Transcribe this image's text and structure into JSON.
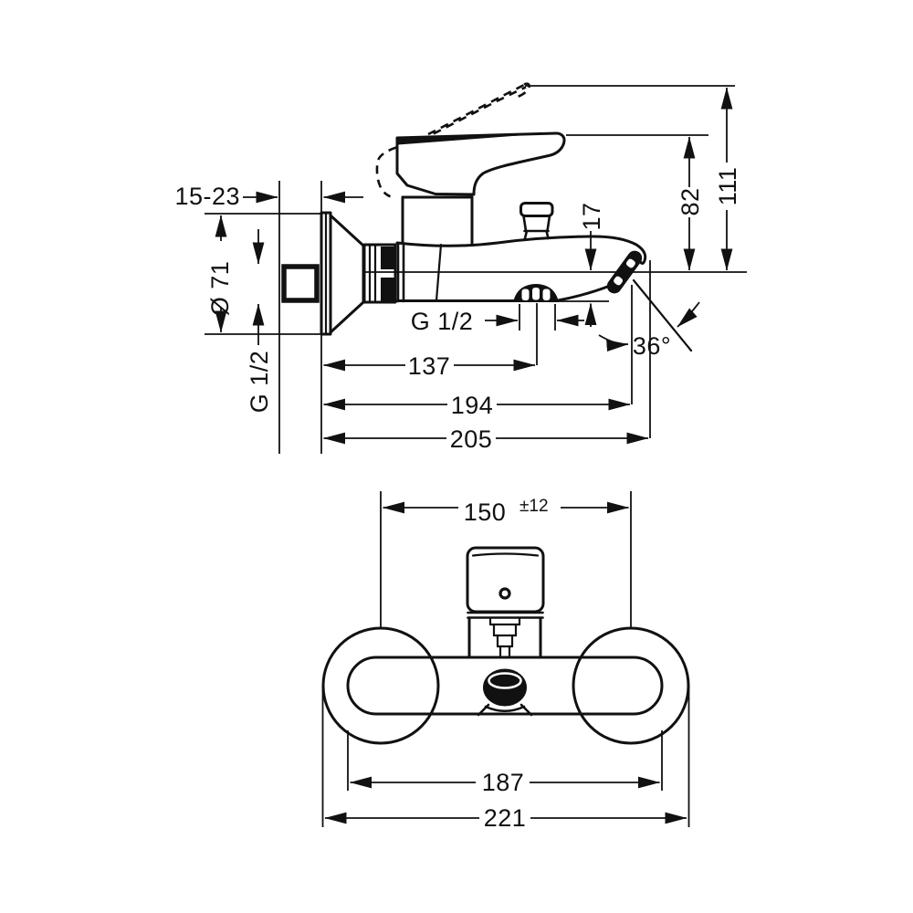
{
  "colors": {
    "line": "#111111",
    "background": "#ffffff"
  },
  "side_view": {
    "labels": {
      "wall_depth_range": "15-23",
      "escutcheon_diameter": "Ø 71",
      "wall_thread": "G 1/2",
      "hose_thread": "G 1/2",
      "hose_outlet_drop": "17",
      "spout_height": "82",
      "overall_height": "111",
      "hose_outlet_reach": "137",
      "outlet_reach": "194",
      "overall_reach": "205",
      "outlet_angle": "36°"
    }
  },
  "front_view": {
    "labels": {
      "connection_centers": "150",
      "connection_tolerance": "±12",
      "body_width": "187",
      "overall_width": "221"
    }
  }
}
